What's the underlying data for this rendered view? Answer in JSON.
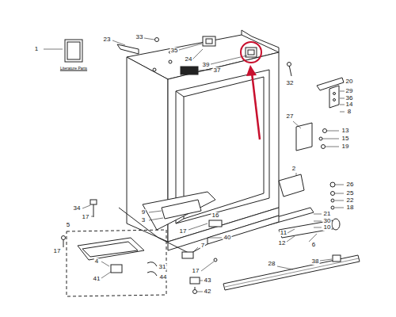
{
  "diagram": {
    "labels": [
      "1",
      "Literature Parts",
      "23",
      "33",
      "35",
      "24",
      "39",
      "37",
      "32",
      "20",
      "29",
      "36",
      "14",
      "8",
      "27",
      "13",
      "15",
      "19",
      "2",
      "26",
      "25",
      "22",
      "18",
      "21",
      "30",
      "10",
      "11",
      "12",
      "6",
      "9",
      "3",
      "16",
      "17",
      "34",
      "17",
      "5",
      "17",
      "4",
      "31",
      "44",
      "41",
      "40",
      "7",
      "17",
      "43",
      "42",
      "28",
      "38"
    ]
  }
}
